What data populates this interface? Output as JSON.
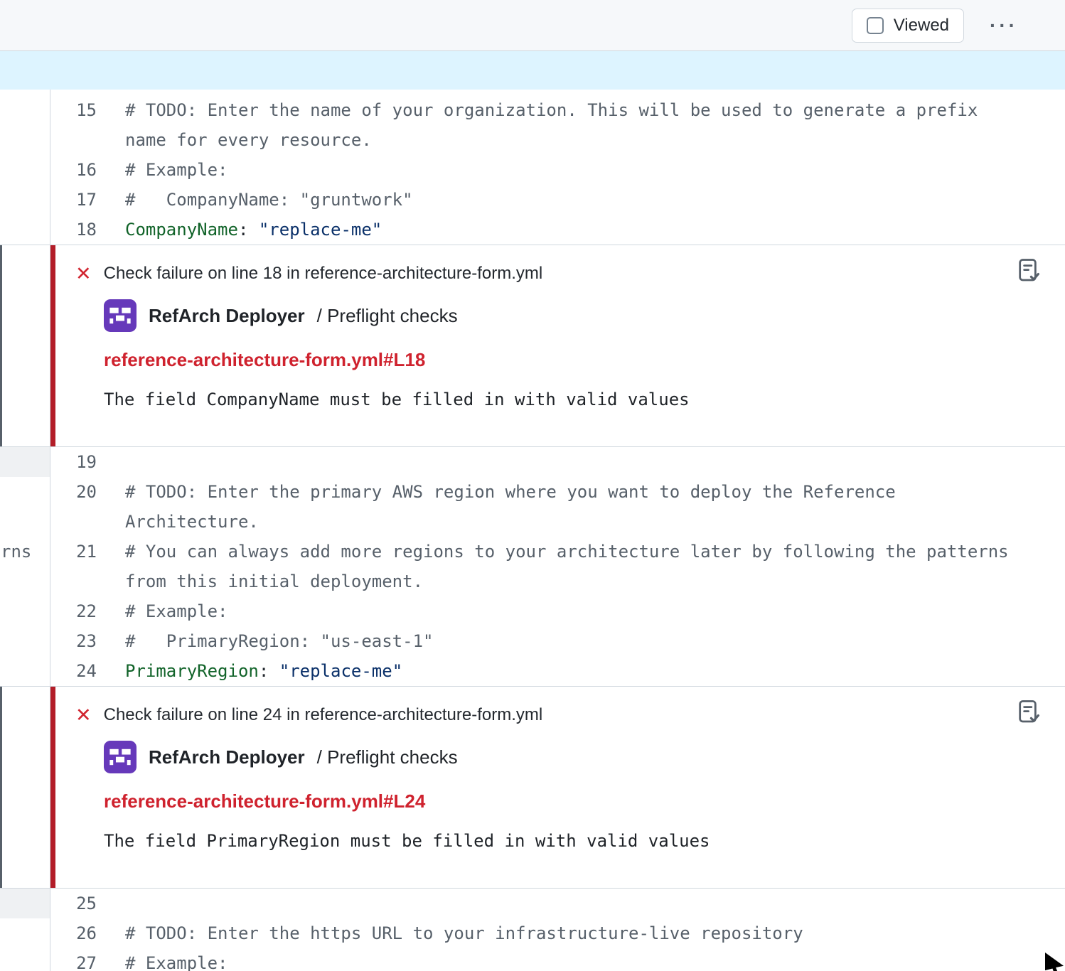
{
  "icons": {
    "kebab": "···",
    "close_x": "✕"
  },
  "toolbar": {
    "viewed_label": "Viewed"
  },
  "code": {
    "blocks": [
      {
        "type": "lines",
        "pad_top": 8,
        "lines": [
          {
            "num": "15",
            "parts": [
              {
                "text": "# TODO: Enter the name of your organization. This will be used to generate a prefix name for every resource.",
                "style": "comment"
              }
            ]
          },
          {
            "num": "16",
            "parts": [
              {
                "text": "# Example:",
                "style": "comment"
              }
            ]
          },
          {
            "num": "17",
            "parts": [
              {
                "text": "#   CompanyName: \"gruntwork\"",
                "style": "comment"
              }
            ]
          },
          {
            "num": "18",
            "parts": [
              {
                "text": "CompanyName",
                "style": "key"
              },
              {
                "text": ": ",
                "style": "plain"
              },
              {
                "text": "\"replace-me\"",
                "style": "string"
              }
            ]
          }
        ]
      },
      {
        "type": "annotation",
        "annotation": {
          "title": "Check failure on line 18 in reference-architecture-form.yml",
          "app_name": "RefArch Deployer",
          "app_suffix": " / Preflight checks",
          "link": "reference-architecture-form.yml#L18",
          "message": "The field CompanyName must be filled in with valid values"
        }
      },
      {
        "type": "lines",
        "lines": [
          {
            "num": "19",
            "left_gray": true,
            "parts": []
          },
          {
            "num": "20",
            "parts": [
              {
                "text": "# TODO: Enter the primary AWS region where you want to deploy the Reference Architecture.",
                "style": "comment"
              }
            ]
          },
          {
            "num": "21",
            "left_text": "rns",
            "parts": [
              {
                "text": "# You can always add more regions to your architecture later by following the patterns from this initial deployment.",
                "style": "comment"
              }
            ]
          },
          {
            "num": "22",
            "parts": [
              {
                "text": "# Example:",
                "style": "comment"
              }
            ]
          },
          {
            "num": "23",
            "parts": [
              {
                "text": "#   PrimaryRegion: \"us-east-1\"",
                "style": "comment"
              }
            ]
          },
          {
            "num": "24",
            "parts": [
              {
                "text": "PrimaryRegion",
                "style": "key"
              },
              {
                "text": ": ",
                "style": "plain"
              },
              {
                "text": "\"replace-me\"",
                "style": "string"
              }
            ]
          }
        ]
      },
      {
        "type": "annotation",
        "annotation": {
          "title": "Check failure on line 24 in reference-architecture-form.yml",
          "app_name": "RefArch Deployer",
          "app_suffix": " / Preflight checks",
          "link": "reference-architecture-form.yml#L24",
          "message": "The field PrimaryRegion must be filled in with valid values"
        }
      },
      {
        "type": "lines",
        "lines": [
          {
            "num": "25",
            "left_gray": true,
            "parts": []
          },
          {
            "num": "26",
            "parts": [
              {
                "text": "# TODO: Enter the https URL to your infrastructure-live repository",
                "style": "comment"
              }
            ]
          },
          {
            "num": "27",
            "parts": [
              {
                "text": "# Example:",
                "style": "comment"
              }
            ]
          }
        ]
      }
    ]
  },
  "colors": {
    "annotation_border": "#b31d28",
    "failure_red": "#d1242f",
    "link_red": "#cf222e",
    "avatar_purple": "#6639ba",
    "expand_blue": "#ddf4ff",
    "comment_gray": "#57606a",
    "yaml_key_green": "#116329",
    "yaml_string_blue": "#0a3069"
  }
}
